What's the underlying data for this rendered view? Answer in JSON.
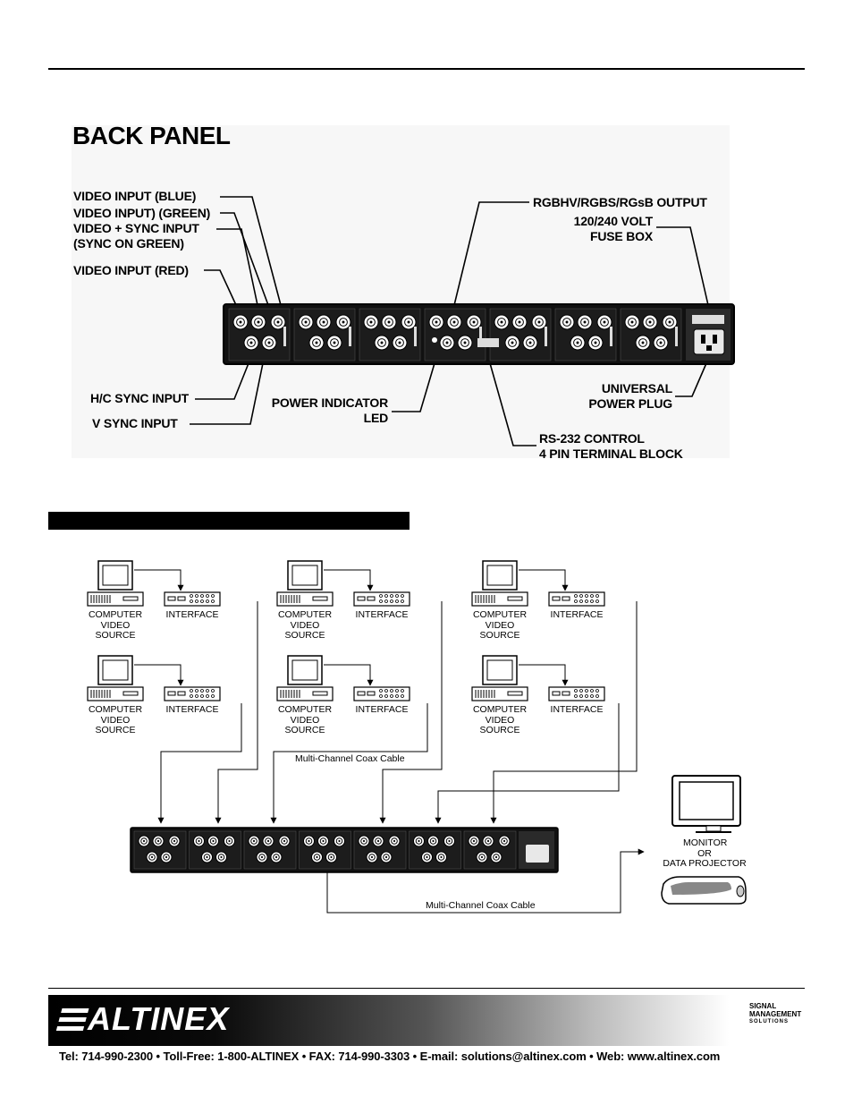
{
  "back_panel": {
    "title": "BACK PANEL",
    "labels": {
      "video_blue": "VIDEO INPUT (BLUE)",
      "video_green": "VIDEO INPUT) (GREEN)",
      "video_sync_1": "VIDEO + SYNC INPUT",
      "video_sync_2": "(SYNC ON GREEN)",
      "video_red": "VIDEO INPUT (RED)",
      "hc_sync": "H/C SYNC INPUT",
      "v_sync": "V SYNC INPUT",
      "power_led_1": "POWER INDICATOR",
      "power_led_2": "LED",
      "output": "RGBHV/RGBS/RGsB OUTPUT",
      "fuse_1": "120/240 VOLT",
      "fuse_2": "FUSE BOX",
      "plug_1": "UNIVERSAL",
      "plug_2": "POWER PLUG",
      "rs232_1": "RS-232 CONTROL",
      "rs232_2": "4 PIN TERMINAL BLOCK"
    }
  },
  "diagram": {
    "source_label_1": "COMPUTER",
    "source_label_2": "VIDEO",
    "source_label_3": "SOURCE",
    "interface_label": "INTERFACE",
    "cable_label": "Multi-Channel Coax Cable",
    "monitor_label_1": "MONITOR",
    "monitor_label_2": "OR",
    "monitor_label_3": "DATA PROJECTOR"
  },
  "footer": {
    "logo": "ALTINEX",
    "sms_1": "SIGNAL",
    "sms_2": "MANAGEMENT",
    "sms_3": "SOLUTIONS",
    "contact": "Tel: 714-990-2300 • Toll-Free: 1-800-ALTINEX • FAX: 714-990-3303 • E-mail: solutions@altinex.com • Web: www.altinex.com"
  }
}
